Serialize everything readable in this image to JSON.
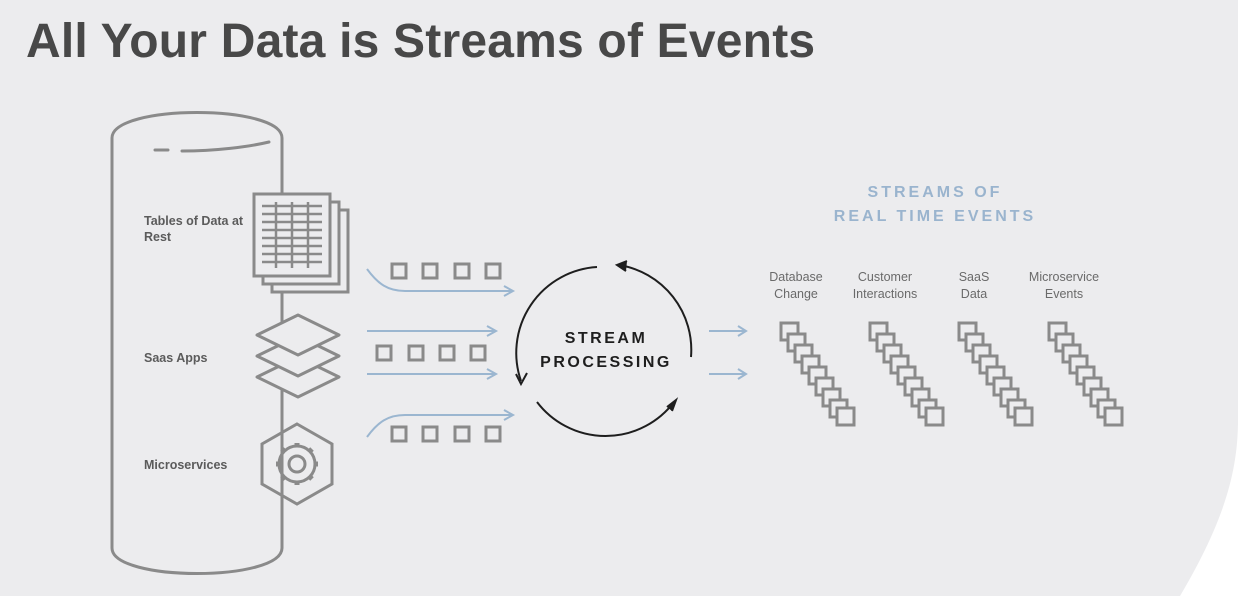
{
  "title": "All Your Data is Streams of Events",
  "sources": {
    "tables_label": "Tables of Data at Rest",
    "saas_label": "Saas Apps",
    "microservices_label": "Microservices"
  },
  "processing": {
    "line1": "STREAM",
    "line2": "PROCESSING"
  },
  "streams": {
    "title_line1": "STREAMS OF",
    "title_line2": "REAL TIME EVENTS",
    "items": [
      {
        "line1": "Database",
        "line2": "Change"
      },
      {
        "line1": "Customer",
        "line2": "Interactions"
      },
      {
        "line1": "SaaS",
        "line2": "Data"
      },
      {
        "line1": "Microservice",
        "line2": "Events"
      }
    ]
  },
  "colors": {
    "icon_gray": "#8a8a8a",
    "arrow_blue": "#9bb6d0",
    "cycle_black": "#1e1e1e",
    "title_gray": "#484848"
  }
}
